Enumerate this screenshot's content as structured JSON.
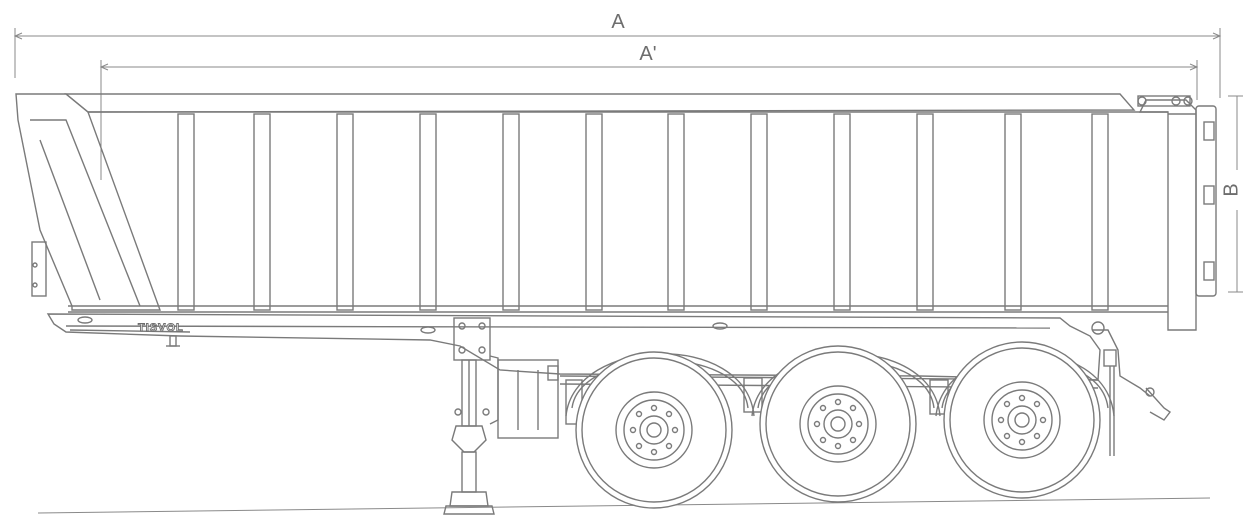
{
  "dimensions": {
    "overall_length_label": "A",
    "body_length_label": "A'",
    "body_height_label": "B"
  },
  "trailer": {
    "brand_text": "TISVOL"
  },
  "colors": {
    "line": "#7a7a7a",
    "text": "#6d6d6d",
    "background": "#ffffff"
  }
}
